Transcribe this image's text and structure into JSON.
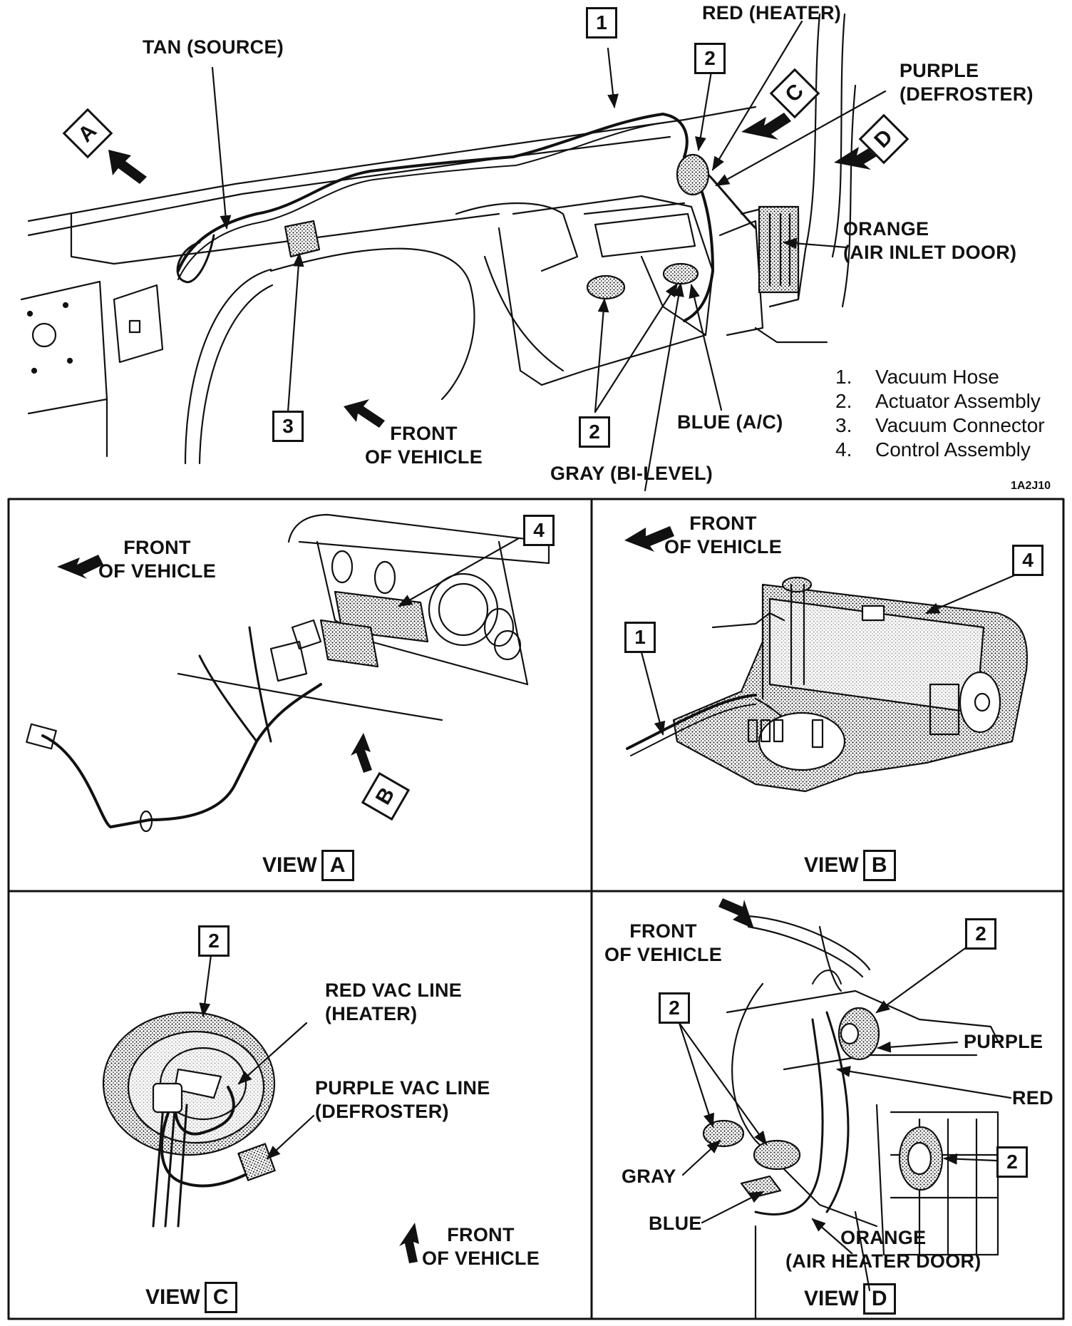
{
  "main": {
    "labels": {
      "tan_source": "TAN (SOURCE)",
      "red_heater": "RED (HEATER)",
      "purple_defroster": "PURPLE\n(DEFROSTER)",
      "orange_air_inlet": "ORANGE\n(AIR INLET DOOR)",
      "blue_ac": "BLUE (A/C)",
      "gray_bilevel": "GRAY (BI-LEVEL)",
      "front_of_vehicle": "FRONT\nOF VEHICLE"
    },
    "callouts": {
      "hose": "1",
      "actuator_top": "2",
      "connector": "3",
      "actuator_bottom": "2"
    },
    "view_markers": {
      "a": "A",
      "c": "C",
      "d": "D"
    },
    "legend": [
      {
        "num": "1.",
        "text": "Vacuum Hose"
      },
      {
        "num": "2.",
        "text": "Actuator Assembly"
      },
      {
        "num": "3.",
        "text": "Vacuum Connector"
      },
      {
        "num": "4.",
        "text": "Control Assembly"
      }
    ],
    "figure_code": "1A2J10"
  },
  "view_a": {
    "front_label": "FRONT\nOF VEHICLE",
    "callout": "4",
    "marker_b": "B",
    "view_word": "VIEW",
    "view_letter": "A"
  },
  "view_b": {
    "front_label": "FRONT\nOF VEHICLE",
    "callout_control": "4",
    "callout_hose": "1",
    "view_word": "VIEW",
    "view_letter": "B"
  },
  "view_c": {
    "callout": "2",
    "red_line": "RED VAC LINE\n(HEATER)",
    "purple_line": "PURPLE VAC LINE\n(DEFROSTER)",
    "front_label": "FRONT\nOF VEHICLE",
    "view_word": "VIEW",
    "view_letter": "C"
  },
  "view_d": {
    "front_label": "FRONT\nOF VEHICLE",
    "callout_top": "2",
    "callout_left": "2",
    "callout_right": "2",
    "purple": "PURPLE",
    "red": "RED",
    "gray": "GRAY",
    "blue": "BLUE",
    "orange": "ORANGE\n(AIR HEATER DOOR)",
    "view_word": "VIEW",
    "view_letter": "D"
  }
}
